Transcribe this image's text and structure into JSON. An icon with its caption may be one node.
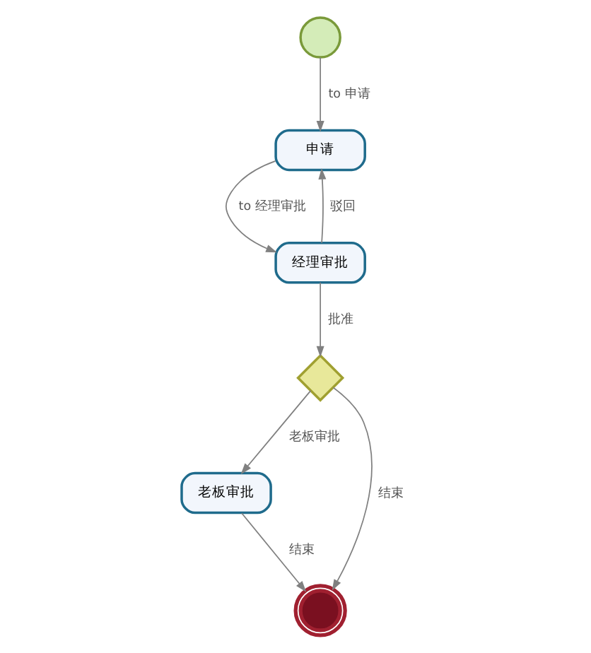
{
  "diagram": {
    "nodes": [
      {
        "text": [],
        "shape": "circle"
      },
      {
        "text": [
          "申请"
        ]
      },
      {
        "text": [
          "经理审批"
        ]
      },
      {
        "text": [],
        "shape": "diamond"
      },
      {
        "text": [
          "老板审批"
        ]
      },
      {
        "text": [],
        "shape": "circle"
      }
    ],
    "edges": [
      {
        "from": 0,
        "to": 1,
        "arrow": "to",
        "label": "to 申请"
      },
      {
        "from": 1,
        "to": 2,
        "arrow": "to",
        "label": "to 经理审批"
      },
      {
        "from": 2,
        "to": 1,
        "arrow": "to",
        "label": "驳回"
      },
      {
        "from": 2,
        "to": 3,
        "arrow": "to",
        "label": "批准"
      },
      {
        "from": 3,
        "to": 4,
        "arrow": "to",
        "label": "老板审批"
      },
      {
        "from": 3,
        "to": 5,
        "arrow": "to",
        "label": "结束"
      },
      {
        "from": 4,
        "to": 5,
        "arrow": "to",
        "label": "结束"
      }
    ]
  }
}
